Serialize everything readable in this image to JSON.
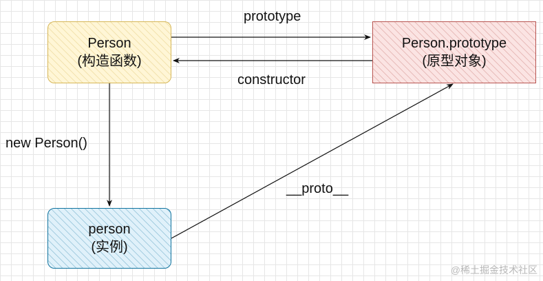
{
  "nodes": {
    "constructor_fn": {
      "name": "Person",
      "note": "(构造函数)"
    },
    "prototype_obj": {
      "name": "Person.prototype",
      "note": "(原型对象)"
    },
    "instance": {
      "name": "person",
      "note": "(实例)"
    }
  },
  "edges": {
    "prototype": "prototype",
    "constructor": "constructor",
    "new": "new Person()",
    "proto": "__proto__"
  },
  "watermark": "@稀土掘金技术社区"
}
